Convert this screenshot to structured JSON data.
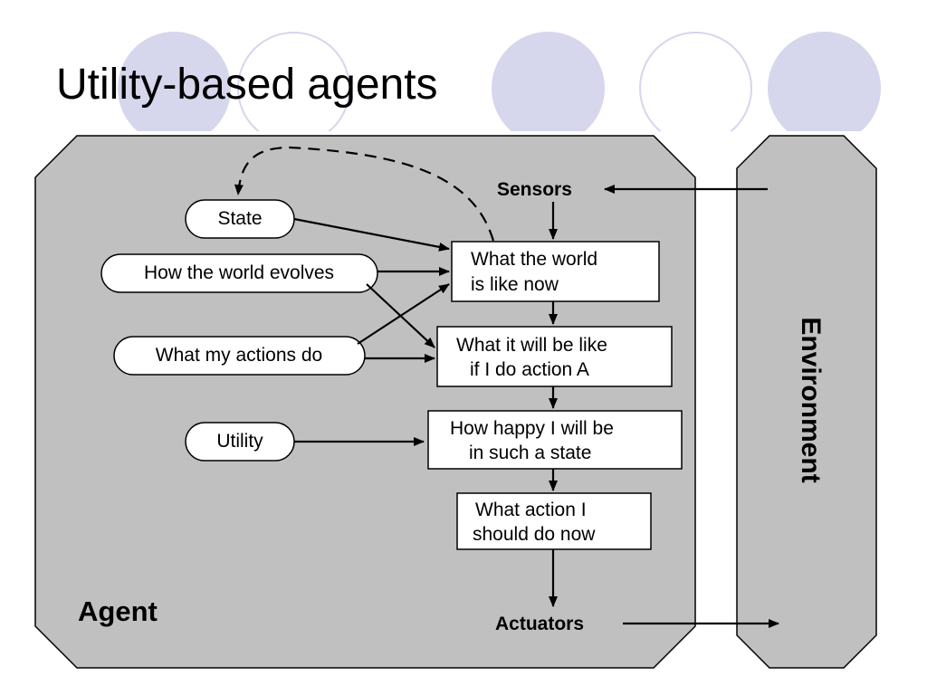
{
  "slide": {
    "title": "Utility-based agents"
  },
  "diagram": {
    "agent_label": "Agent",
    "environment_label": "Environment",
    "sensors": "Sensors",
    "actuators": "Actuators",
    "inputs": {
      "state": "State",
      "world_evolves": "How the world evolves",
      "actions_do": "What my actions do",
      "utility": "Utility"
    },
    "boxes": {
      "world_now": [
        "What the world",
        "is like now"
      ],
      "will_be_like": [
        "What it will be like",
        "if I do action A"
      ],
      "how_happy": [
        "How happy I will be",
        "in such a state"
      ],
      "action_now": [
        "What action I",
        "should do now"
      ]
    }
  },
  "colors": {
    "agent_fill": "#c0c0c0",
    "environment_fill": "#c0c0c0",
    "decor_circle": "#d6d6ec",
    "stroke": "#000000"
  }
}
